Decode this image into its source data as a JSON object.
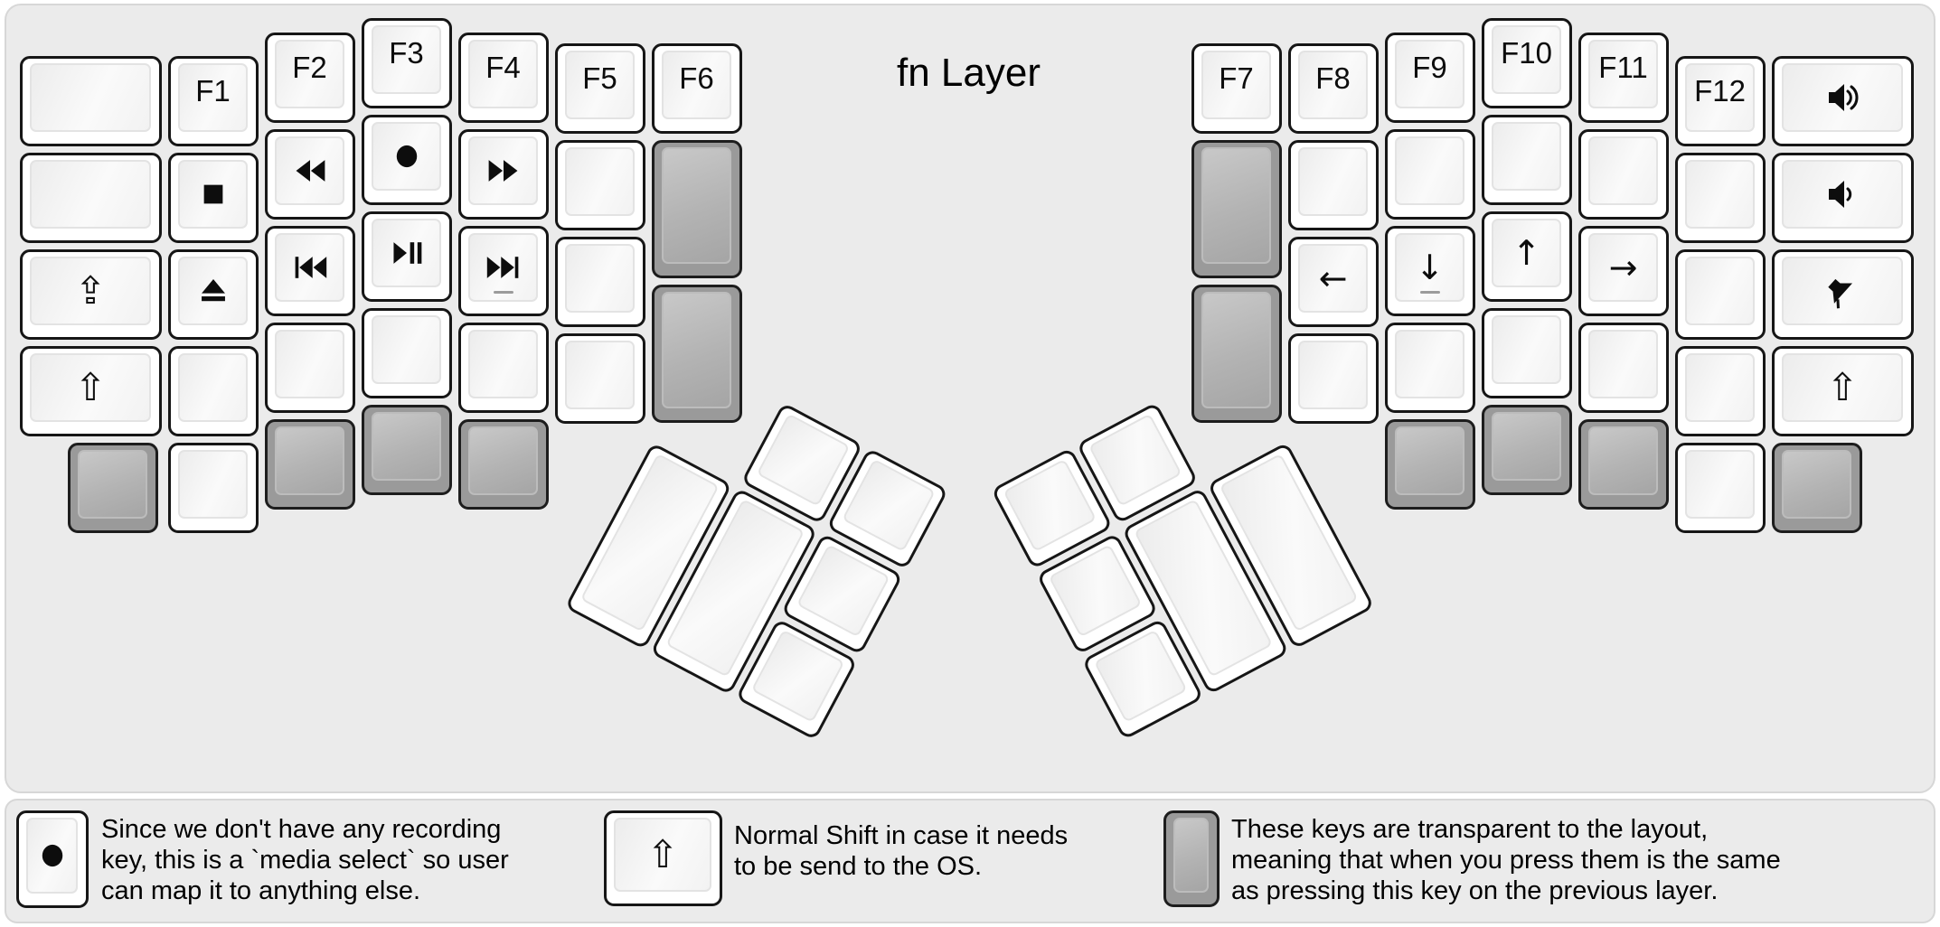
{
  "title": "fn Layer",
  "colors": {
    "background": "#ebebeb",
    "key_border": "#161616",
    "transparent_key": "#9a9a9a",
    "label": "#0d0d0d"
  },
  "keyboard": {
    "left_columns": [
      {
        "name": "outer-left",
        "keys": [
          {
            "t": ""
          },
          {
            "t": ""
          },
          {
            "icon": "caps-lock"
          },
          {
            "icon": "shift"
          }
        ]
      },
      {
        "name": "col-f1",
        "keys": [
          {
            "t": "F1"
          },
          {
            "icon": "stop"
          },
          {
            "icon": "eject"
          },
          {
            "t": ""
          }
        ]
      },
      {
        "name": "col-f2",
        "keys": [
          {
            "t": "F2"
          },
          {
            "icon": "rewind"
          },
          {
            "icon": "prev-track"
          },
          {
            "t": ""
          }
        ]
      },
      {
        "name": "col-f3",
        "keys": [
          {
            "t": "F3"
          },
          {
            "icon": "record"
          },
          {
            "icon": "play-pause"
          },
          {
            "t": ""
          }
        ]
      },
      {
        "name": "col-f4",
        "keys": [
          {
            "t": "F4"
          },
          {
            "icon": "fast-forward"
          },
          {
            "icon": "next-track",
            "homing": true
          },
          {
            "t": ""
          }
        ]
      },
      {
        "name": "col-f5",
        "keys": [
          {
            "t": "F5"
          },
          {
            "t": ""
          },
          {
            "t": ""
          },
          {
            "t": ""
          }
        ]
      },
      {
        "name": "col-f6",
        "keys": [
          {
            "t": "F6"
          },
          {
            "gray": true,
            "tall": true
          },
          {
            "gray": true,
            "tall": true
          }
        ]
      }
    ],
    "left_bottom_row": [
      {
        "gray": true
      },
      {
        "t": ""
      },
      {
        "gray": true
      },
      {
        "gray": true
      },
      {
        "gray": true
      }
    ],
    "right_columns": [
      {
        "name": "col-f7",
        "keys": [
          {
            "t": "F7"
          },
          {
            "gray": true,
            "tall": true
          },
          {
            "gray": true,
            "tall": true
          }
        ]
      },
      {
        "name": "col-f8",
        "keys": [
          {
            "t": "F8"
          },
          {
            "t": ""
          },
          {
            "icon": "arrow-left"
          },
          {
            "t": ""
          }
        ]
      },
      {
        "name": "col-f9",
        "keys": [
          {
            "t": "F9"
          },
          {
            "t": ""
          },
          {
            "icon": "arrow-down",
            "homing": true
          },
          {
            "t": ""
          }
        ]
      },
      {
        "name": "col-f10",
        "keys": [
          {
            "t": "F10"
          },
          {
            "t": ""
          },
          {
            "icon": "arrow-up"
          },
          {
            "t": ""
          }
        ]
      },
      {
        "name": "col-f11",
        "keys": [
          {
            "t": "F11"
          },
          {
            "t": ""
          },
          {
            "icon": "arrow-right"
          },
          {
            "t": ""
          }
        ]
      },
      {
        "name": "col-f12",
        "keys": [
          {
            "t": "F12"
          },
          {
            "t": ""
          },
          {
            "t": ""
          },
          {
            "t": ""
          }
        ]
      },
      {
        "name": "outer-right",
        "keys": [
          {
            "icon": "volume-up"
          },
          {
            "icon": "volume-down"
          },
          {
            "icon": "volume-mute"
          },
          {
            "icon": "shift"
          }
        ]
      }
    ],
    "right_bottom_row": [
      {
        "gray": true
      },
      {
        "gray": true
      },
      {
        "gray": true
      },
      {
        "t": ""
      },
      {
        "gray": true
      }
    ],
    "thumb_cluster_left": {
      "keys": 6
    },
    "thumb_cluster_right": {
      "keys": 6
    }
  },
  "legends": [
    {
      "key_icon": "record",
      "key_style": "white",
      "text_lines": [
        "Since we don't have any recording",
        "key, this is a `media select` so user",
        "can map it to anything else."
      ]
    },
    {
      "key_icon": "shift",
      "key_style": "white",
      "text_lines": [
        "Normal Shift in case it needs",
        "to be send to the OS."
      ]
    },
    {
      "key_icon": "",
      "key_style": "gray",
      "text_lines": [
        "These keys are transparent to the layout,",
        "meaning that when you press them is the same",
        "as pressing this key on the previous layer."
      ]
    }
  ]
}
